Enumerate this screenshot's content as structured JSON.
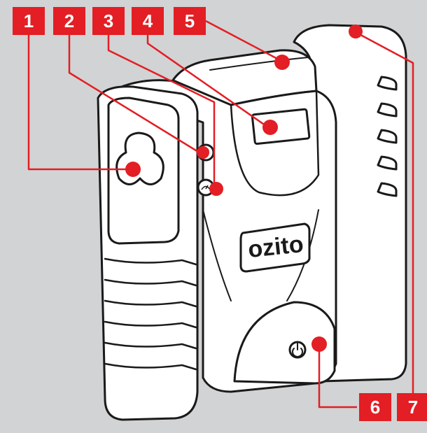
{
  "brand": {
    "logo_text": "ozito"
  },
  "colors": {
    "callout": "#e31e24",
    "background": "#d1d3d4",
    "body": "#ffffff",
    "outline": "#1a1a1a"
  },
  "callouts": [
    {
      "label": "1",
      "target": "fan-grille-panel"
    },
    {
      "label": "2",
      "target": "light-button"
    },
    {
      "label": "3",
      "target": "mode-button"
    },
    {
      "label": "4",
      "target": "digital-display"
    },
    {
      "label": "5",
      "target": "top-handle"
    },
    {
      "label": "6",
      "target": "power-switch"
    },
    {
      "label": "7",
      "target": "side-vent-housing"
    }
  ],
  "icons": {
    "light_button": "lightbulb-icon",
    "mode_button": "pressure-gauge-icon",
    "power": "power-icon"
  }
}
